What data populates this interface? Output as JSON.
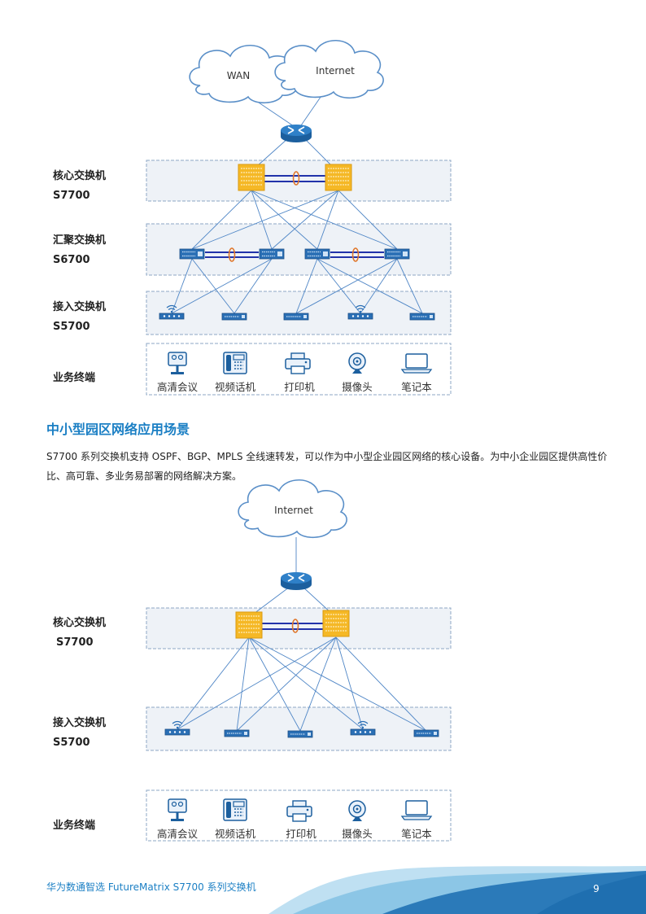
{
  "diagram1": {
    "clouds": [
      "WAN",
      "Internet"
    ],
    "layers": {
      "core": "核心交换机",
      "core_model": "S7700",
      "aggregation": "汇聚交换机",
      "aggregation_model": "S6700",
      "access": "接入交换机",
      "access_model": "S5700",
      "terminals": "业务终端"
    },
    "terminals": [
      "高清会议",
      "视频话机",
      "打印机",
      "摄像头",
      "笔记本"
    ]
  },
  "section": {
    "heading": "中小型园区网络应用场景",
    "body": "S7700 系列交换机支持 OSPF、BGP、MPLS 全线速转发，可以作为中小型企业园区网络的核心设备。为中小企业园区提供高性价比、高可靠、多业务易部署的网络解决方案。"
  },
  "diagram2": {
    "clouds": [
      "Internet"
    ],
    "layers": {
      "core": "核心交换机",
      "core_model": "S7700",
      "access": "接入交换机",
      "access_model": "S5700",
      "terminals": "业务终端"
    },
    "terminals": [
      "高清会议",
      "视频话机",
      "打印机",
      "摄像头",
      "笔记本"
    ]
  },
  "footer": {
    "text": "华为数通智选  FutureMatrix S7700 系列交换机",
    "page": "9"
  },
  "colors": {
    "accent": "#1b7fc4",
    "footer_band": "#1f6fb0",
    "box_fill": "#eef2f7",
    "box_border": "#8ea7c4",
    "link": "#4f86c6",
    "core_switch": "#f5b826"
  }
}
